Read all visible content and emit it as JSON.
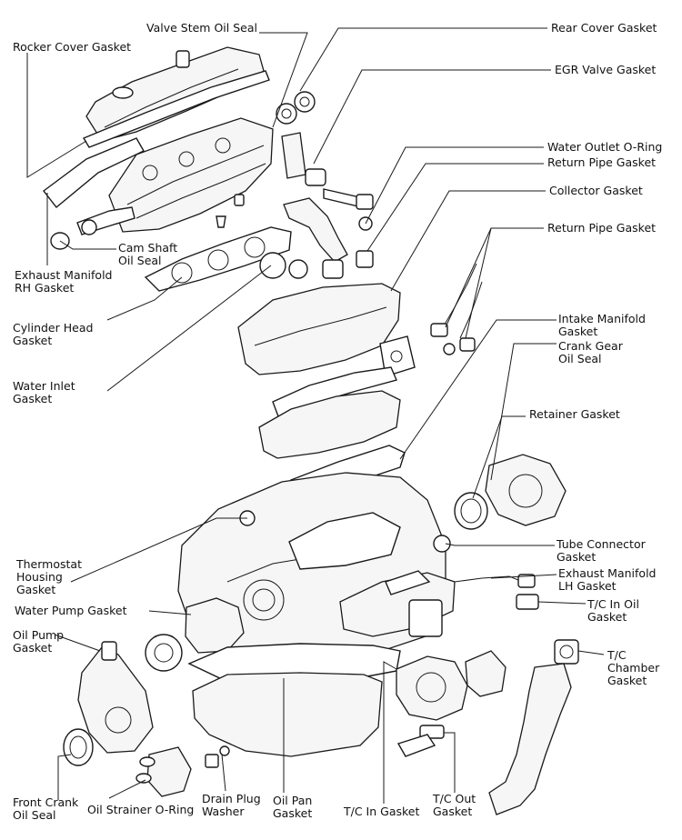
{
  "labels": {
    "valve_stem_oil_seal": "Valve Stem Oil   Seal",
    "rear_cover_gasket": "Rear Cover Gasket",
    "rocker_cover_gasket": "Rocker Cover Gasket",
    "egr_valve_gasket": "EGR Valve Gasket",
    "water_outlet_o_ring": "Water Outlet O-Ring",
    "return_pipe_gasket_upper": "Return Pipe Gasket",
    "collector_gasket": "Collector Gasket",
    "return_pipe_gasket": "Return Pipe Gasket",
    "cam_shaft_oil_seal": [
      "Cam Shaft",
      "Oil Seal"
    ],
    "exhaust_manifold_rh_gasket": [
      "Exhaust Manifold",
      "RH Gasket"
    ],
    "intake_manifold_gasket": [
      "Intake Manifold",
      "Gasket"
    ],
    "crank_gear_oil_seal": [
      "Crank Gear",
      "Oil Seal"
    ],
    "cylinder_head_gasket": [
      "Cylinder Head",
      "Gasket"
    ],
    "water_inlet_gasket": [
      "Water Inlet",
      "Gasket"
    ],
    "retainer_gasket": "Retainer Gasket",
    "tube_connector_gasket": [
      "Tube Connector",
      "Gasket"
    ],
    "thermostat_housing_gasket": [
      "Thermostat",
      "Housing",
      "Gasket"
    ],
    "exhaust_manifold_lh_gasket": [
      "Exhaust Manifold",
      "LH Gasket"
    ],
    "water_pump_gasket": "Water Pump Gasket",
    "tc_in_oil_gasket": [
      "T/C In Oil",
      "Gasket"
    ],
    "oil_pump_gasket": [
      "Oil Pump",
      "Gasket"
    ],
    "tc_chamber_gasket": [
      "T/C",
      "Chamber",
      "Gasket"
    ],
    "front_crank_oil_seal": [
      "Front Crank",
      "Oil Seal"
    ],
    "oil_strainer_o_ring": "Oil Strainer O-Ring",
    "drain_plug_washer": [
      "Drain Plug",
      "Washer"
    ],
    "oil_pan_gasket": [
      "Oil Pan",
      "Gasket"
    ],
    "tc_in_gasket": "T/C In Gasket",
    "tc_out_gasket": [
      "T/C Out",
      "Gasket"
    ]
  }
}
